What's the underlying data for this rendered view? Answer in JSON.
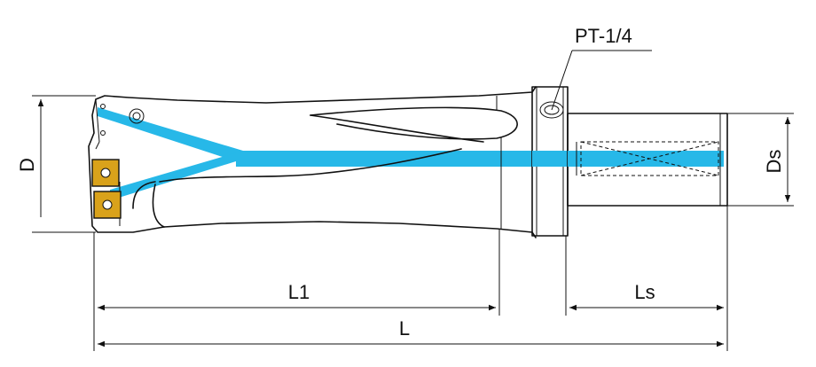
{
  "labels": {
    "port": "PT-1/4",
    "diameter": "D",
    "shank_diameter": "Ds",
    "flute_length": "L1",
    "overall_length": "L",
    "shank_length": "Ls"
  },
  "colors": {
    "coolant": "#27b8e8",
    "insert": "#d9a21b",
    "line": "#111111"
  }
}
